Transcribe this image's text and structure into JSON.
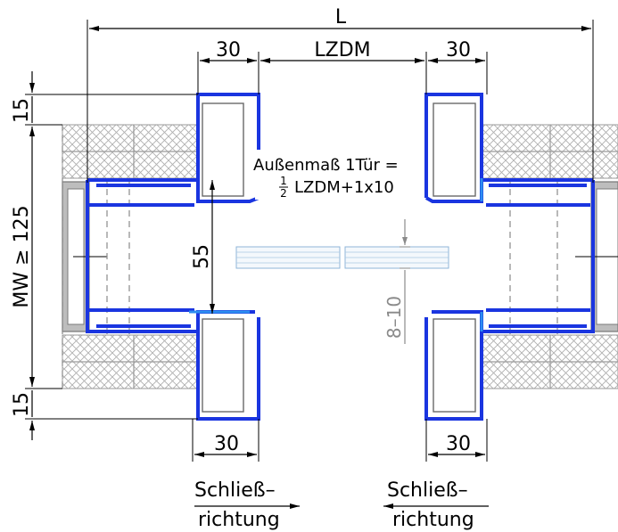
{
  "dimensions": {
    "overall_width": "L",
    "clear_width": "LZDM",
    "frame_top_left": "30",
    "frame_top_right": "30",
    "frame_bottom_left": "30",
    "frame_bottom_right": "30",
    "offset_top": "15",
    "offset_bottom": "15",
    "wall_thickness": "MW ≥ 125",
    "rebate_depth": "55",
    "leaf_gap": "8–10"
  },
  "annotation": {
    "line1": "Außenmaß 1Tür =",
    "fraction_num": "1",
    "fraction_den": "2",
    "line2": "LZDM+1x10"
  },
  "closing_direction": {
    "left_line1": "Schließ–",
    "left_line2": "richtung",
    "right_line1": "Schließ–",
    "right_line2": "richtung"
  },
  "colors": {
    "frame": "#1a35e0",
    "frame_light": "#2d8ef0",
    "insulation": "#b8b8b8",
    "dimension": "#000000"
  }
}
